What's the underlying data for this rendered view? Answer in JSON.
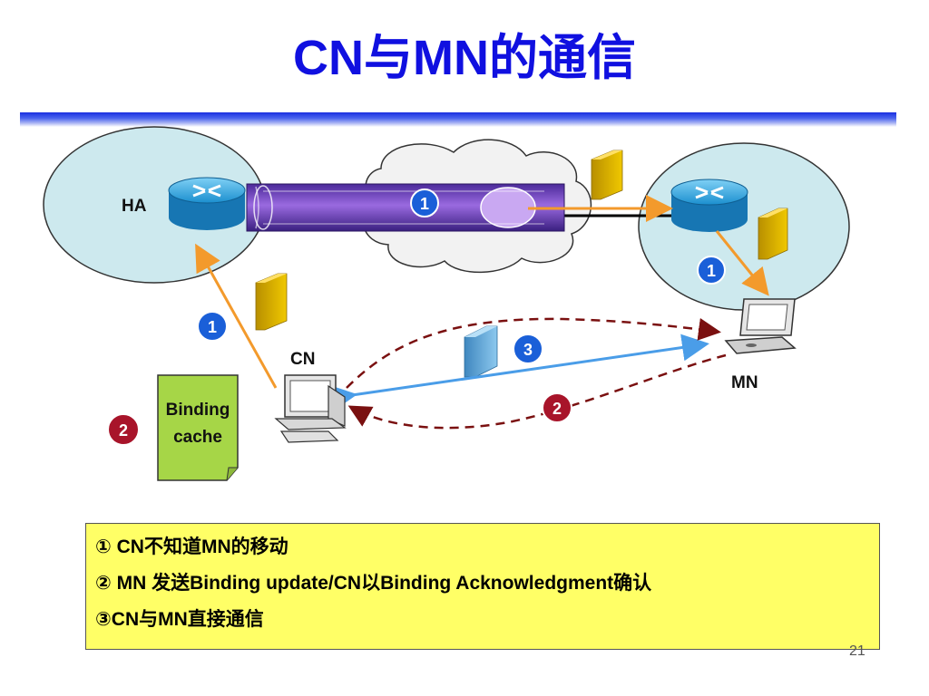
{
  "slide": {
    "title": "CN与MN的通信",
    "page_number": "21"
  },
  "diagram": {
    "nodes": {
      "ha_label": "HA",
      "cn_label": "CN",
      "mn_label": "MN",
      "binding_cache_label_line1": "Binding",
      "binding_cache_label_line2": "cache"
    },
    "step_badges": {
      "tunnel": "1",
      "ha_to_cn": "1",
      "router_to_mn": "1",
      "cn_cache": "2",
      "mn_to_cn": "2",
      "direct": "3"
    },
    "colors": {
      "home_area": "#cde9ee",
      "tunnel": "#7c3fc4",
      "router": "#1aa3e0",
      "packet_gold": "#d6a800",
      "packet_blue": "#4da3d6",
      "arrow_orange": "#f39a2c",
      "arrow_blue": "#4a9de8",
      "arrow_darkred": "#7a1010",
      "badge_blue": "#1a5fd8",
      "badge_red": "#a8142a",
      "cache_green": "#a6d647"
    }
  },
  "notes": {
    "line1": "① CN不知道MN的移动",
    "line2": "② MN 发送Binding update/CN以Binding Acknowledgment确认",
    "line3": "③CN与MN直接通信"
  }
}
